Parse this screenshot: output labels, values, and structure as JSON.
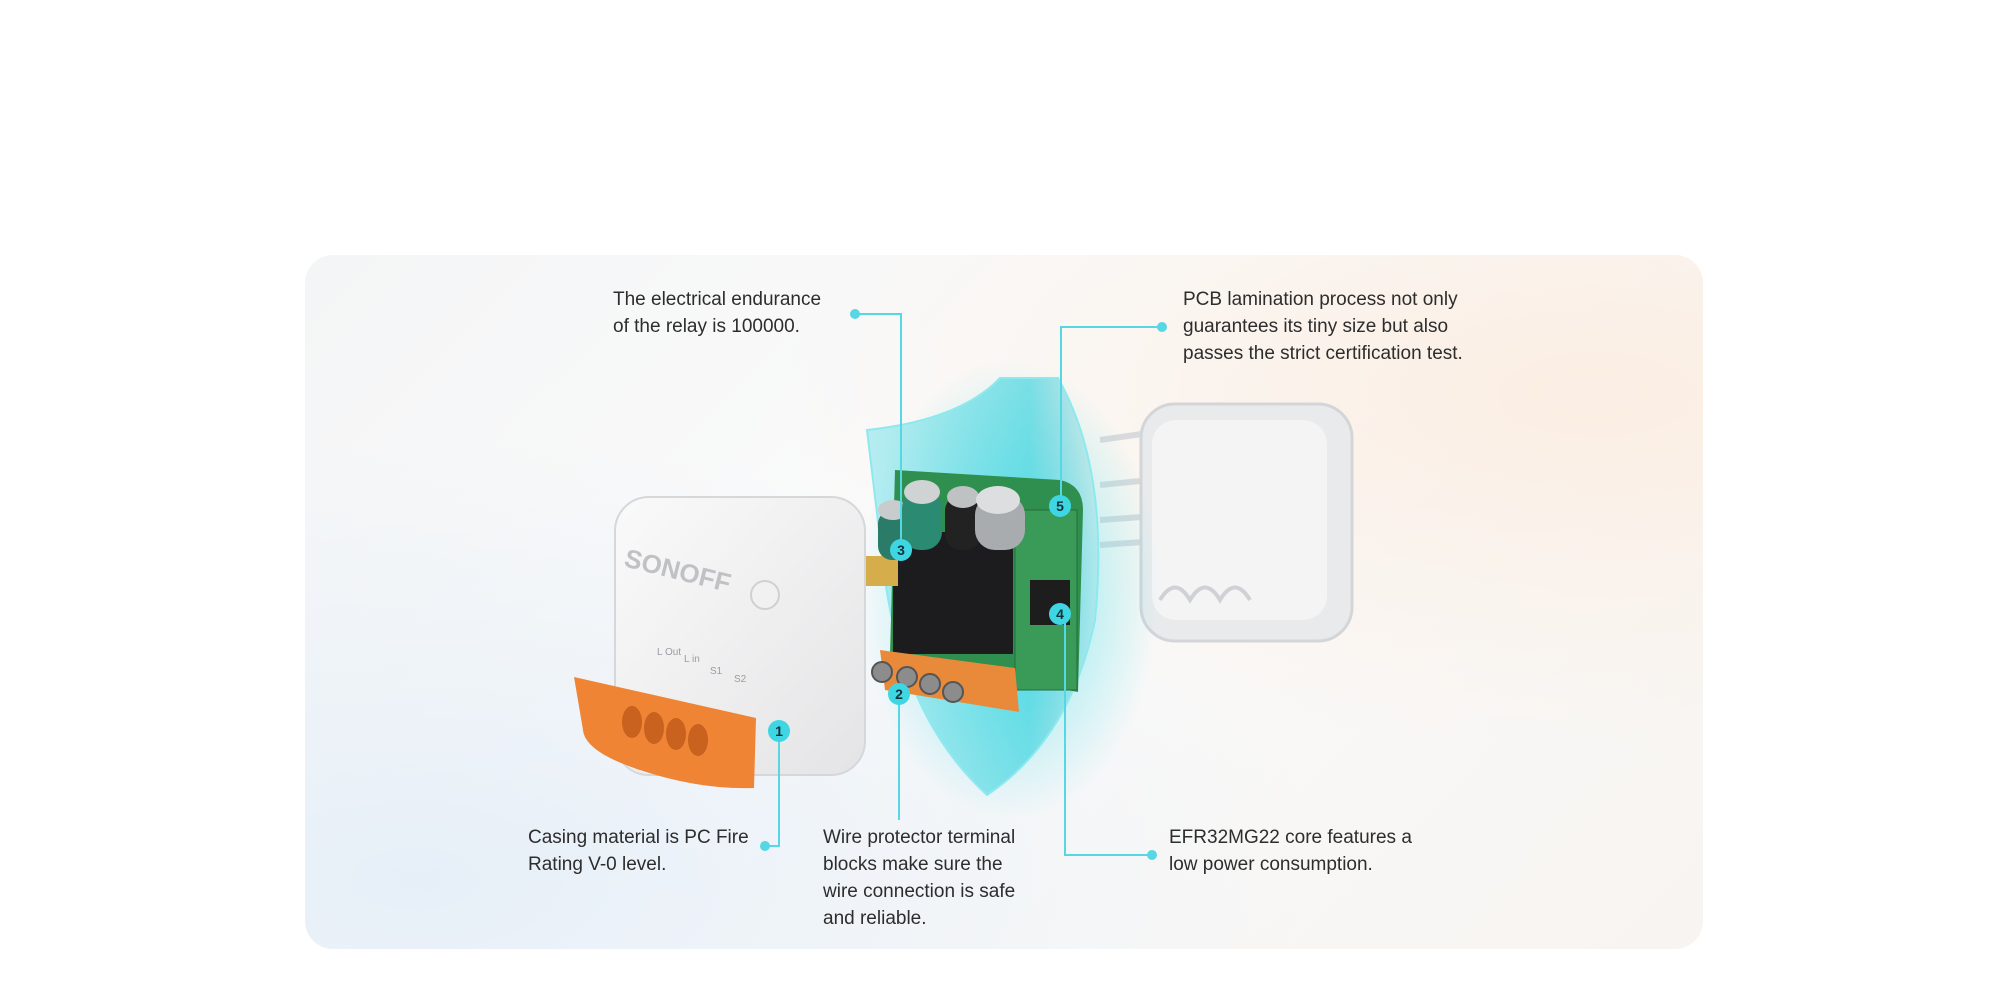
{
  "callouts": {
    "relay": {
      "number": "3",
      "lines": [
        "The electrical endurance",
        "of the relay is 100000."
      ]
    },
    "pcb": {
      "number": "5",
      "lines": [
        "PCB lamination process not only",
        "guarantees its tiny size but also",
        "passes the strict certification test."
      ]
    },
    "casing": {
      "number": "1",
      "lines": [
        "Casing material is PC Fire",
        "Rating V-0 level."
      ]
    },
    "terminal": {
      "number": "2",
      "lines": [
        "Wire protector terminal",
        "blocks make sure the",
        "wire connection is safe",
        "and reliable."
      ]
    },
    "chip": {
      "number": "4",
      "lines": [
        "EFR32MG22 core features a",
        "low power consumption."
      ]
    }
  },
  "device": {
    "brand": "SONOFF",
    "port_labels": [
      "L Out",
      "L in",
      "S1",
      "S2"
    ]
  },
  "colors": {
    "accent": "#3fd6e3",
    "orange": "#f0873a",
    "pcb": "#2f8f4e"
  }
}
